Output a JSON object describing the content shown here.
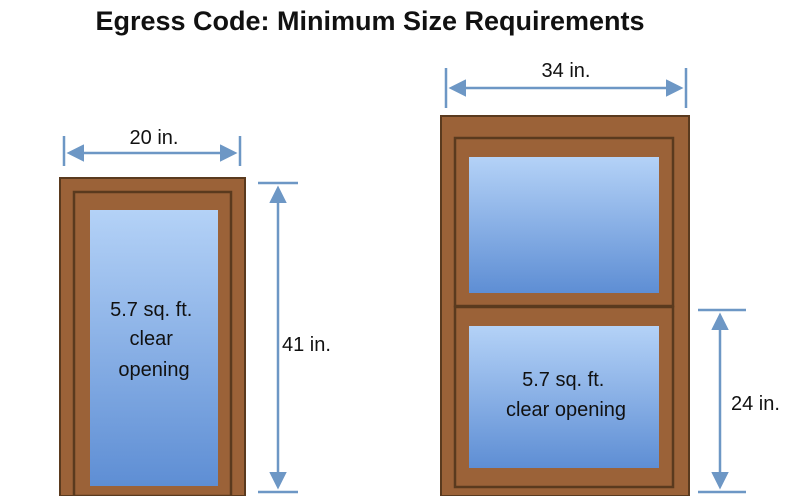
{
  "title": "Egress Code: Minimum Size Requirements",
  "colors": {
    "frame": "#9B6238",
    "frame_dark": "#5A3A1E",
    "glass_top": "#B4D2F7",
    "glass_bottom": "#5E8ED4",
    "dimension_line": "#6D97C5"
  },
  "left_window": {
    "width_label": "20 in.",
    "height_label": "41 in.",
    "opening_lines": [
      "5.7 sq. ft.",
      "clear",
      "opening"
    ]
  },
  "right_window": {
    "width_label": "34 in.",
    "height_label": "24 in.",
    "opening_lines": [
      "5.7 sq. ft.",
      "clear opening"
    ]
  }
}
